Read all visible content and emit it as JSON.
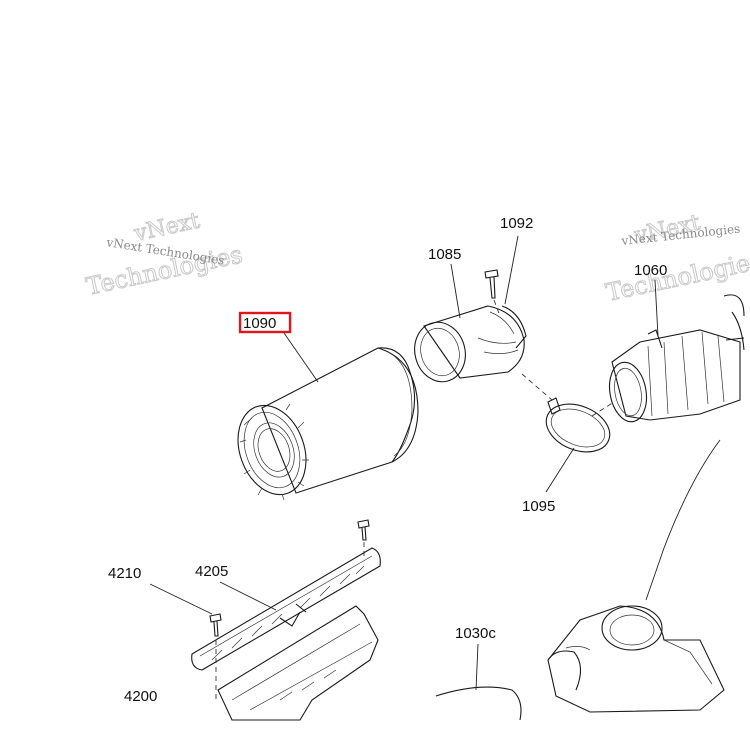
{
  "watermark": {
    "line_small": "vNext Technologies",
    "line_big_1": "vNext",
    "line_big_2": "Technologies"
  },
  "callouts": {
    "p1092": "1092",
    "p1085": "1085",
    "p1090": "1090",
    "p1060": "1060",
    "p1095": "1095",
    "p4210": "4210",
    "p4205": "4205",
    "p1030c": "1030c",
    "p4200": "4200"
  },
  "highlight": {
    "part": "1090",
    "color": "#e0161b"
  }
}
